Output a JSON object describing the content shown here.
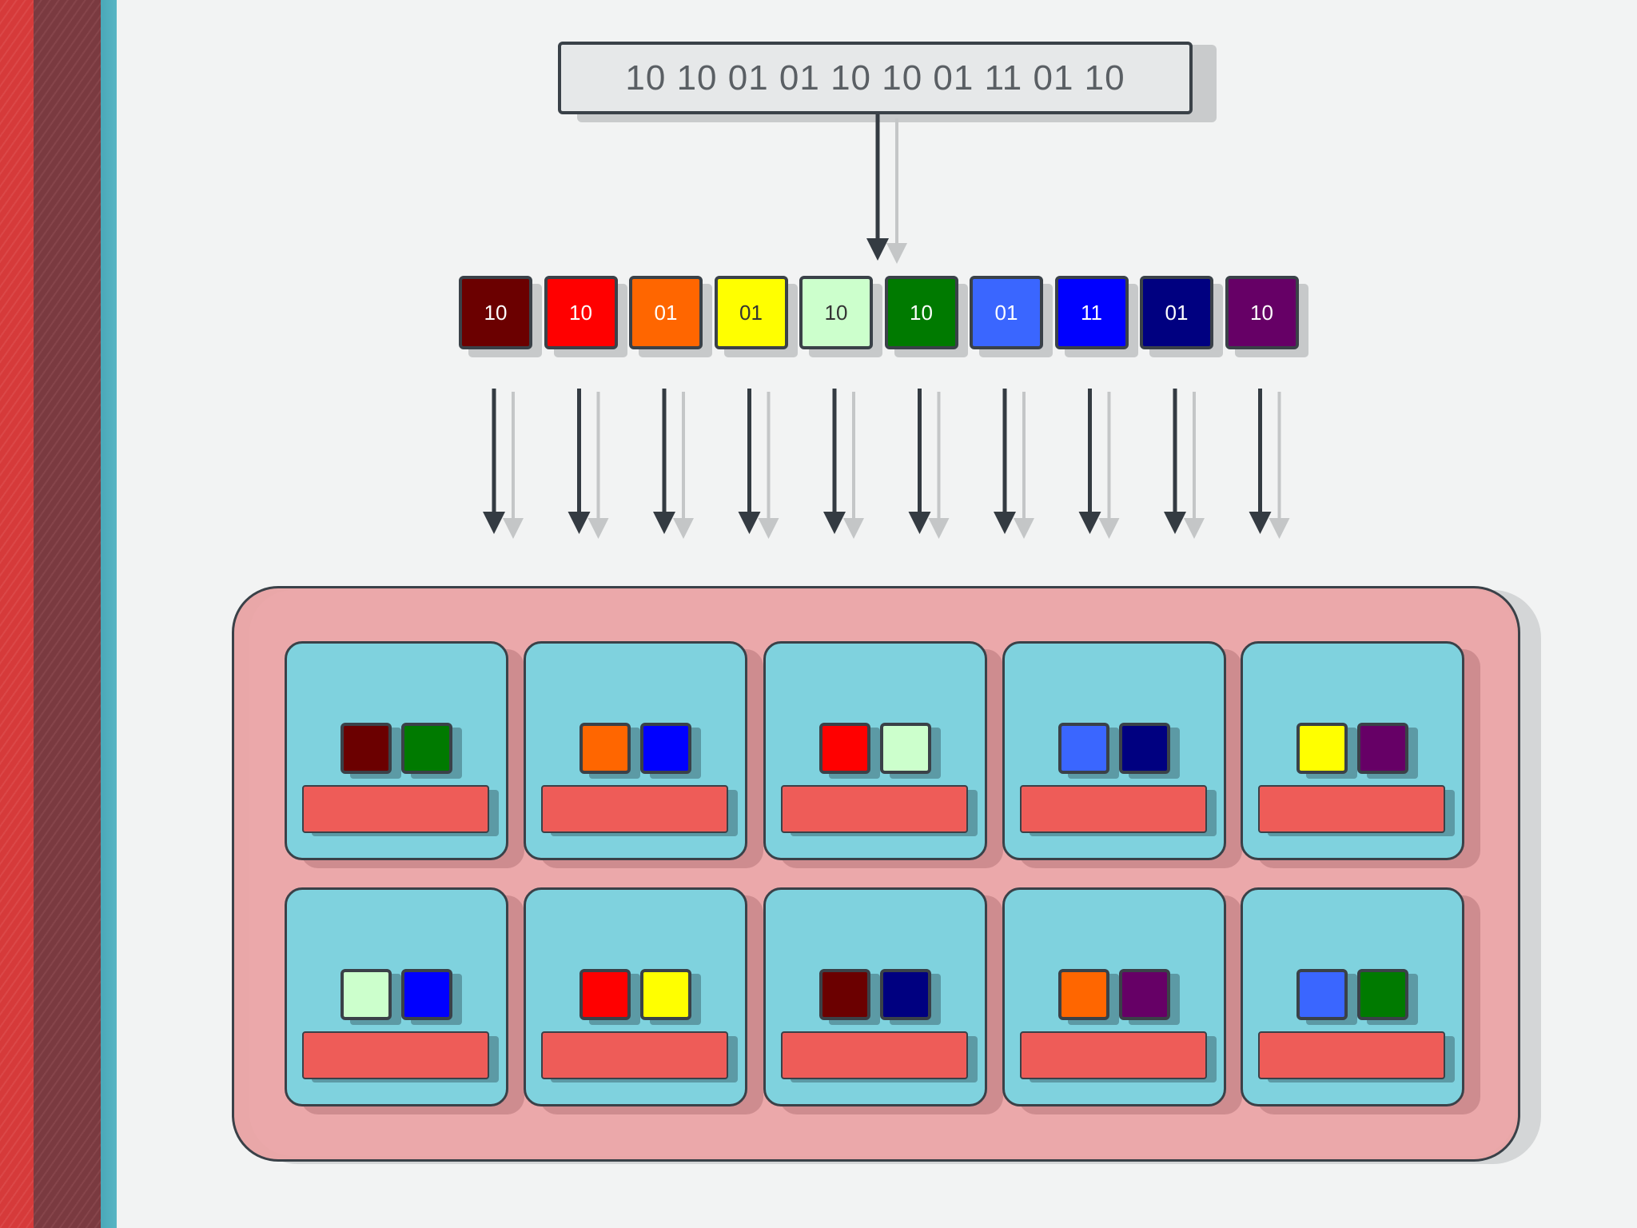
{
  "bitstring": "10 10 01 01 10 10 01 11 01 10",
  "colors": {
    "dark_red": "#6b0000",
    "red": "#ff0000",
    "orange": "#ff6600",
    "yellow": "#ffff00",
    "pale_green": "#ccffcc",
    "green": "#007a00",
    "blue": "#3a66ff",
    "bright_blue": "#0000ff",
    "navy": "#000080",
    "purple": "#660066"
  },
  "bits": [
    {
      "label": "10",
      "color": "#6b0000",
      "text_color": "#ffffff"
    },
    {
      "label": "10",
      "color": "#ff0000",
      "text_color": "#ffffff"
    },
    {
      "label": "01",
      "color": "#ff6600",
      "text_color": "#ffffff"
    },
    {
      "label": "01",
      "color": "#ffff00",
      "text_color": "#333333"
    },
    {
      "label": "10",
      "color": "#ccffcc",
      "text_color": "#333333"
    },
    {
      "label": "10",
      "color": "#007a00",
      "text_color": "#ffffff"
    },
    {
      "label": "01",
      "color": "#3a66ff",
      "text_color": "#ffffff"
    },
    {
      "label": "11",
      "color": "#0000ff",
      "text_color": "#ffffff"
    },
    {
      "label": "01",
      "color": "#000080",
      "text_color": "#ffffff"
    },
    {
      "label": "10",
      "color": "#660066",
      "text_color": "#ffffff"
    }
  ],
  "pairs": [
    [
      "#6b0000",
      "#007a00"
    ],
    [
      "#ff6600",
      "#0000ff"
    ],
    [
      "#ff0000",
      "#ccffcc"
    ],
    [
      "#3a66ff",
      "#000080"
    ],
    [
      "#ffff00",
      "#660066"
    ],
    [
      "#ccffcc",
      "#0000ff"
    ],
    [
      "#ff0000",
      "#ffff00"
    ],
    [
      "#6b0000",
      "#000080"
    ],
    [
      "#ff6600",
      "#660066"
    ],
    [
      "#3a66ff",
      "#007a00"
    ]
  ]
}
